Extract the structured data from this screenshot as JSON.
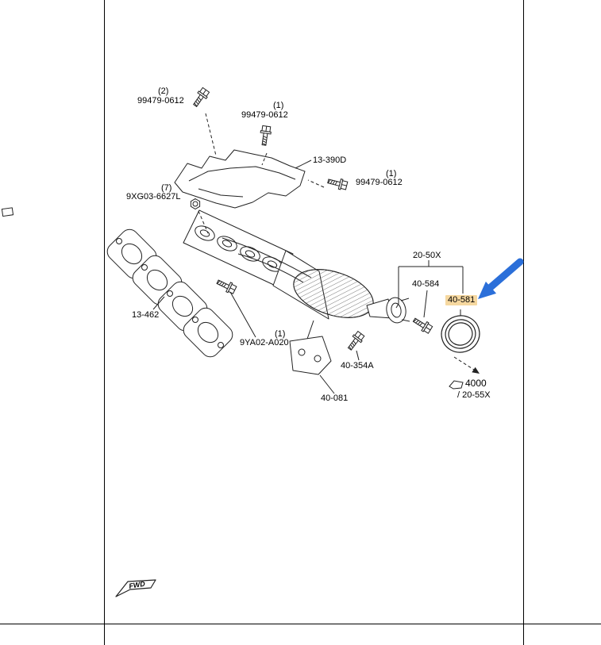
{
  "colors": {
    "highlight": "#F6D8A0",
    "arrow_blue": "#2B6FD9",
    "line": "#1a1a1a"
  },
  "icons": {
    "fasteners": "hex-bolt-icon",
    "nut": "hex-nut-icon",
    "reference": "reference-pointer-icon",
    "direction": "fwd-arrow-icon"
  },
  "parts": {
    "shield_bolt_a": {
      "qty": "(2)",
      "number": "99479-0612"
    },
    "shield_bolt_b": {
      "qty": "(1)",
      "number": "99479-0612"
    },
    "heat_shield": {
      "number": "13-390D"
    },
    "shield_bolt_c": {
      "qty": "(1)",
      "number": "99479-0612"
    },
    "manifold_nut": {
      "qty": "(7)",
      "number": "9XG03-6627L"
    },
    "manifold_gasket": {
      "number": "13-462"
    },
    "manifold_stud": {
      "qty": "(1)",
      "number": "9YA02-A020"
    },
    "bracket_bolt": {
      "number": "40-354A"
    },
    "bracket": {
      "number": "40-081"
    },
    "converter_assembly": {
      "number": "20-50X"
    },
    "outlet_stud": {
      "number": "40-584"
    },
    "outlet_ring_gasket": {
      "number": "40-581"
    },
    "reference": {
      "code": "4000",
      "group": "/ 20-55X"
    },
    "fwd_marker": {
      "text": "FWD"
    }
  }
}
